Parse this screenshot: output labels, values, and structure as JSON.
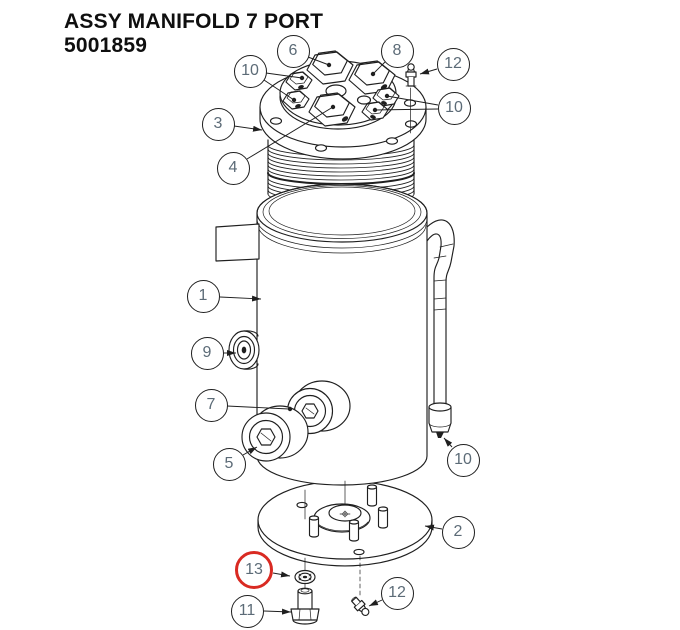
{
  "header": {
    "title": "ASSY MANIFOLD 7 PORT",
    "part_number": "5001859"
  },
  "colors": {
    "line": "#1f1f1f",
    "balloonText": "#5c6b77",
    "highlight": "#d92a22"
  },
  "callouts": [
    {
      "label": "6"
    },
    {
      "label": "8"
    },
    {
      "label": "12"
    },
    {
      "label": "10"
    },
    {
      "label": "3"
    },
    {
      "label": "10"
    },
    {
      "label": "4"
    },
    {
      "label": "1"
    },
    {
      "label": "9"
    },
    {
      "label": "7"
    },
    {
      "label": "5"
    },
    {
      "label": "10"
    },
    {
      "label": "2"
    },
    {
      "label": "13",
      "highlighted": true
    },
    {
      "label": "11"
    },
    {
      "label": "12"
    }
  ]
}
